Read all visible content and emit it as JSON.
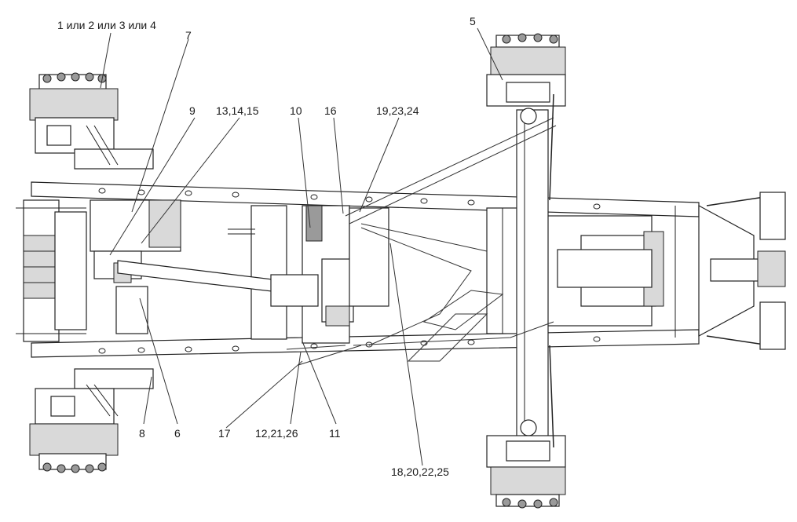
{
  "callouts": [
    "1 или 2 или 3 или 4",
    "5",
    "6",
    "7",
    "8",
    "9",
    "10",
    "11",
    "12,21,26",
    "13,14,15",
    "16",
    "17",
    "18,20,22,25",
    "19,23,24"
  ]
}
